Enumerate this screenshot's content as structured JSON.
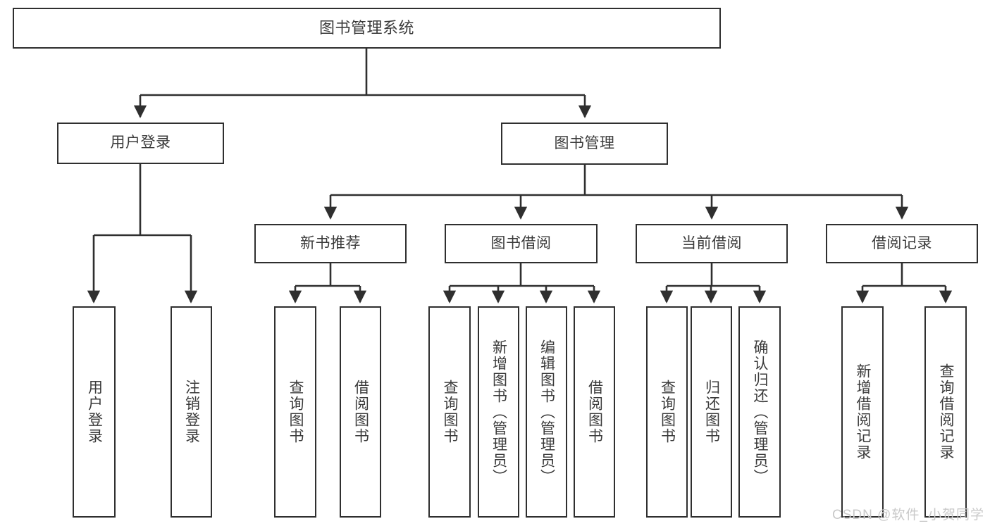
{
  "diagram": {
    "type": "tree-hierarchy",
    "title": "图书管理系统",
    "watermark": "CSDN @软件_小贺同学",
    "colors": {
      "stroke": "#2f2f2f",
      "fill": "#ffffff",
      "text": "#3a3a3a",
      "watermark": "#c9c9c9"
    },
    "nodes": {
      "root": {
        "label": "图书管理系统",
        "level": 0,
        "orientation": "horizontal"
      },
      "l1_0": {
        "label": "用户登录",
        "level": 1,
        "orientation": "horizontal"
      },
      "l1_1": {
        "label": "图书管理",
        "level": 1,
        "orientation": "horizontal"
      },
      "l2_0": {
        "label": "新书推荐",
        "level": 2,
        "orientation": "horizontal"
      },
      "l2_1": {
        "label": "图书借阅",
        "level": 2,
        "orientation": "horizontal"
      },
      "l2_2": {
        "label": "当前借阅",
        "level": 2,
        "orientation": "horizontal"
      },
      "l2_3": {
        "label": "借阅记录",
        "level": 2,
        "orientation": "horizontal"
      },
      "leaf_0": {
        "label": "用户登录",
        "level": 3,
        "orientation": "vertical"
      },
      "leaf_1": {
        "label": "注销登录",
        "level": 3,
        "orientation": "vertical"
      },
      "leaf_2": {
        "label": "查询图书",
        "level": 3,
        "orientation": "vertical"
      },
      "leaf_3": {
        "label": "借阅图书",
        "level": 3,
        "orientation": "vertical"
      },
      "leaf_4": {
        "label": "查询图书",
        "level": 3,
        "orientation": "vertical"
      },
      "leaf_5": {
        "label": "新增图书（管理员）",
        "level": 3,
        "orientation": "vertical"
      },
      "leaf_6": {
        "label": "编辑图书（管理员）",
        "level": 3,
        "orientation": "vertical"
      },
      "leaf_7": {
        "label": "借阅图书",
        "level": 3,
        "orientation": "vertical"
      },
      "leaf_8": {
        "label": "查询图书",
        "level": 3,
        "orientation": "vertical"
      },
      "leaf_9": {
        "label": "归还图书",
        "level": 3,
        "orientation": "vertical"
      },
      "leaf_10": {
        "label": "确认归还（管理员）",
        "level": 3,
        "orientation": "vertical"
      },
      "leaf_11": {
        "label": "新增借阅记录",
        "level": 3,
        "orientation": "vertical"
      },
      "leaf_12": {
        "label": "查询借阅记录",
        "level": 3,
        "orientation": "vertical"
      }
    },
    "edges": [
      {
        "from": "root",
        "to": "l1_0"
      },
      {
        "from": "root",
        "to": "l1_1"
      },
      {
        "from": "l1_0",
        "to": "leaf_0"
      },
      {
        "from": "l1_0",
        "to": "leaf_1"
      },
      {
        "from": "l1_1",
        "to": "l2_0"
      },
      {
        "from": "l1_1",
        "to": "l2_1"
      },
      {
        "from": "l1_1",
        "to": "l2_2"
      },
      {
        "from": "l1_1",
        "to": "l2_3"
      },
      {
        "from": "l2_0",
        "to": "leaf_2"
      },
      {
        "from": "l2_0",
        "to": "leaf_3"
      },
      {
        "from": "l2_1",
        "to": "leaf_4"
      },
      {
        "from": "l2_1",
        "to": "leaf_5"
      },
      {
        "from": "l2_1",
        "to": "leaf_6"
      },
      {
        "from": "l2_1",
        "to": "leaf_7"
      },
      {
        "from": "l2_2",
        "to": "leaf_8"
      },
      {
        "from": "l2_2",
        "to": "leaf_9"
      },
      {
        "from": "l2_2",
        "to": "leaf_10"
      },
      {
        "from": "l2_3",
        "to": "leaf_11"
      },
      {
        "from": "l2_3",
        "to": "leaf_12"
      }
    ]
  }
}
